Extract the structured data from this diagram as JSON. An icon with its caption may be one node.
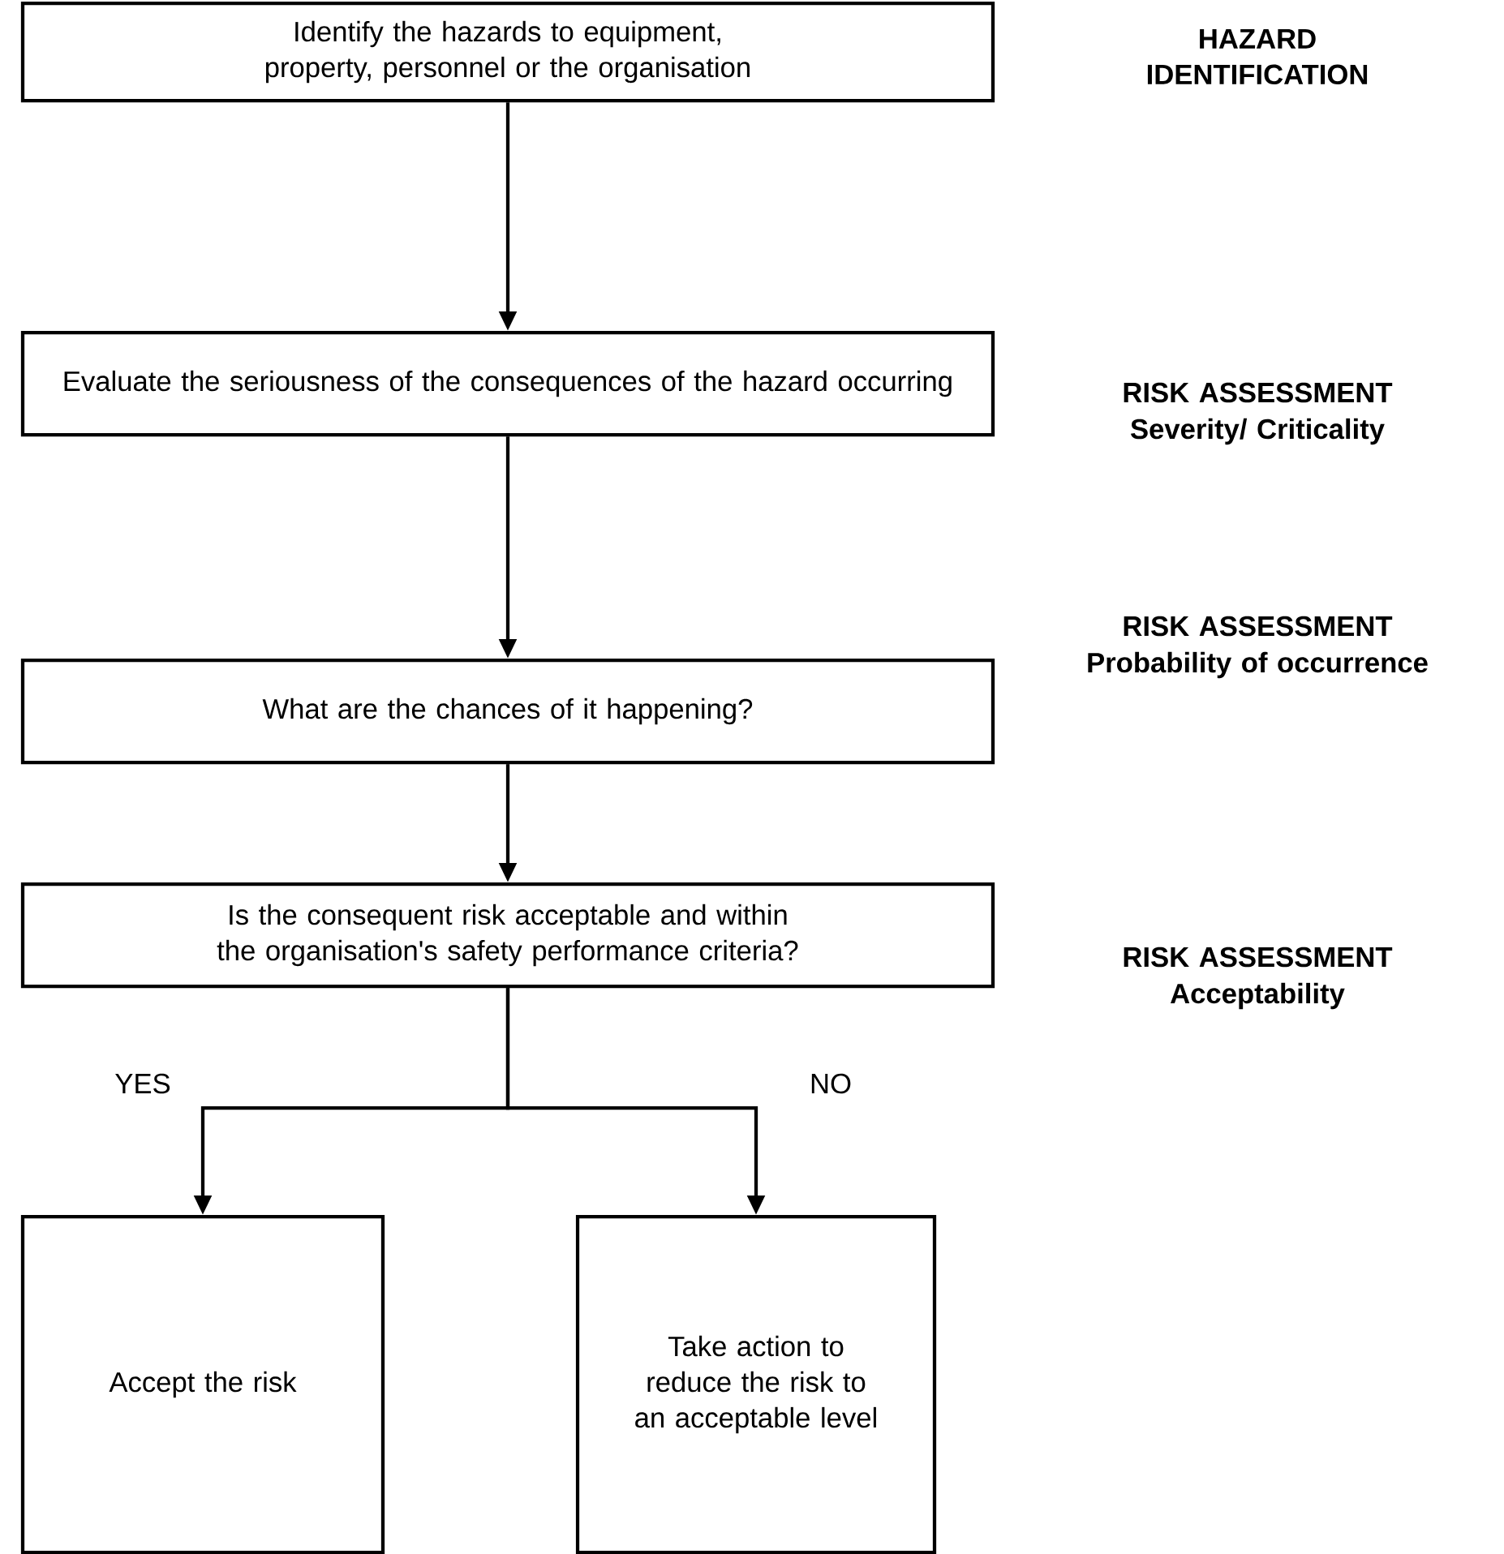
{
  "diagram": {
    "nodes": [
      {
        "text": [
          "Identify the hazards to equipment, property, personnel or the organisation"
        ]
      },
      {
        "text": [
          "Evaluate the seriousness of the consequences of the hazard occurring"
        ]
      },
      {
        "text": [
          "What are the chances of it happening?"
        ]
      },
      {
        "text": [
          "Is the consequent risk acceptable and within the organisation's safety performance criteria?"
        ]
      },
      {
        "text": [
          "Accept the risk"
        ]
      },
      {
        "text": [
          "Take action to reduce the risk to an acceptable level"
        ]
      }
    ],
    "edges": [
      {
        "from": 0,
        "to": 1,
        "arrow": "to"
      },
      {
        "from": 1,
        "to": 2,
        "arrow": "to"
      },
      {
        "from": 2,
        "to": 3,
        "arrow": "to"
      },
      {
        "from": 3,
        "to": 4,
        "arrow": "to",
        "label": "YES"
      },
      {
        "from": 3,
        "to": 5,
        "arrow": "to",
        "label": "NO"
      }
    ],
    "labels": [
      "HAZARD IDENTIFICATION",
      "RISK ASSESSMENT",
      "Severity/ Criticality",
      "RISK ASSESSMENT",
      "Probability of occurrence",
      "RISK ASSESSMENT",
      "Acceptability"
    ]
  }
}
